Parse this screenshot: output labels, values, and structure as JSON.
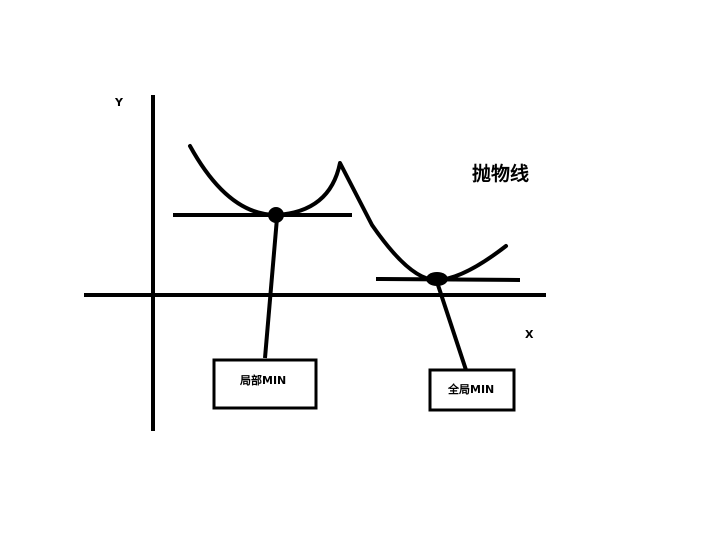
{
  "axes": {
    "y_label": "Y",
    "x_label": "X"
  },
  "title": "抛物线",
  "labels": {
    "local_min": "局部MIN",
    "global_min": "全局MIN"
  },
  "colors": {
    "stroke": "#000000",
    "background": "#ffffff"
  }
}
